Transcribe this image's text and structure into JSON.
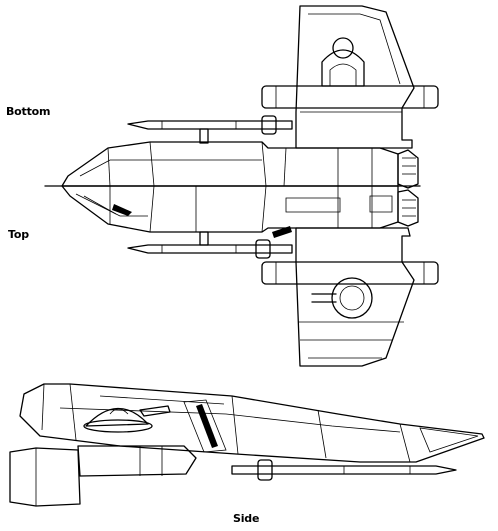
{
  "labels": {
    "bottom": "Bottom",
    "top": "Top",
    "side": "Side"
  },
  "colors": {
    "ink": "#000000",
    "paper": "#ffffff"
  }
}
